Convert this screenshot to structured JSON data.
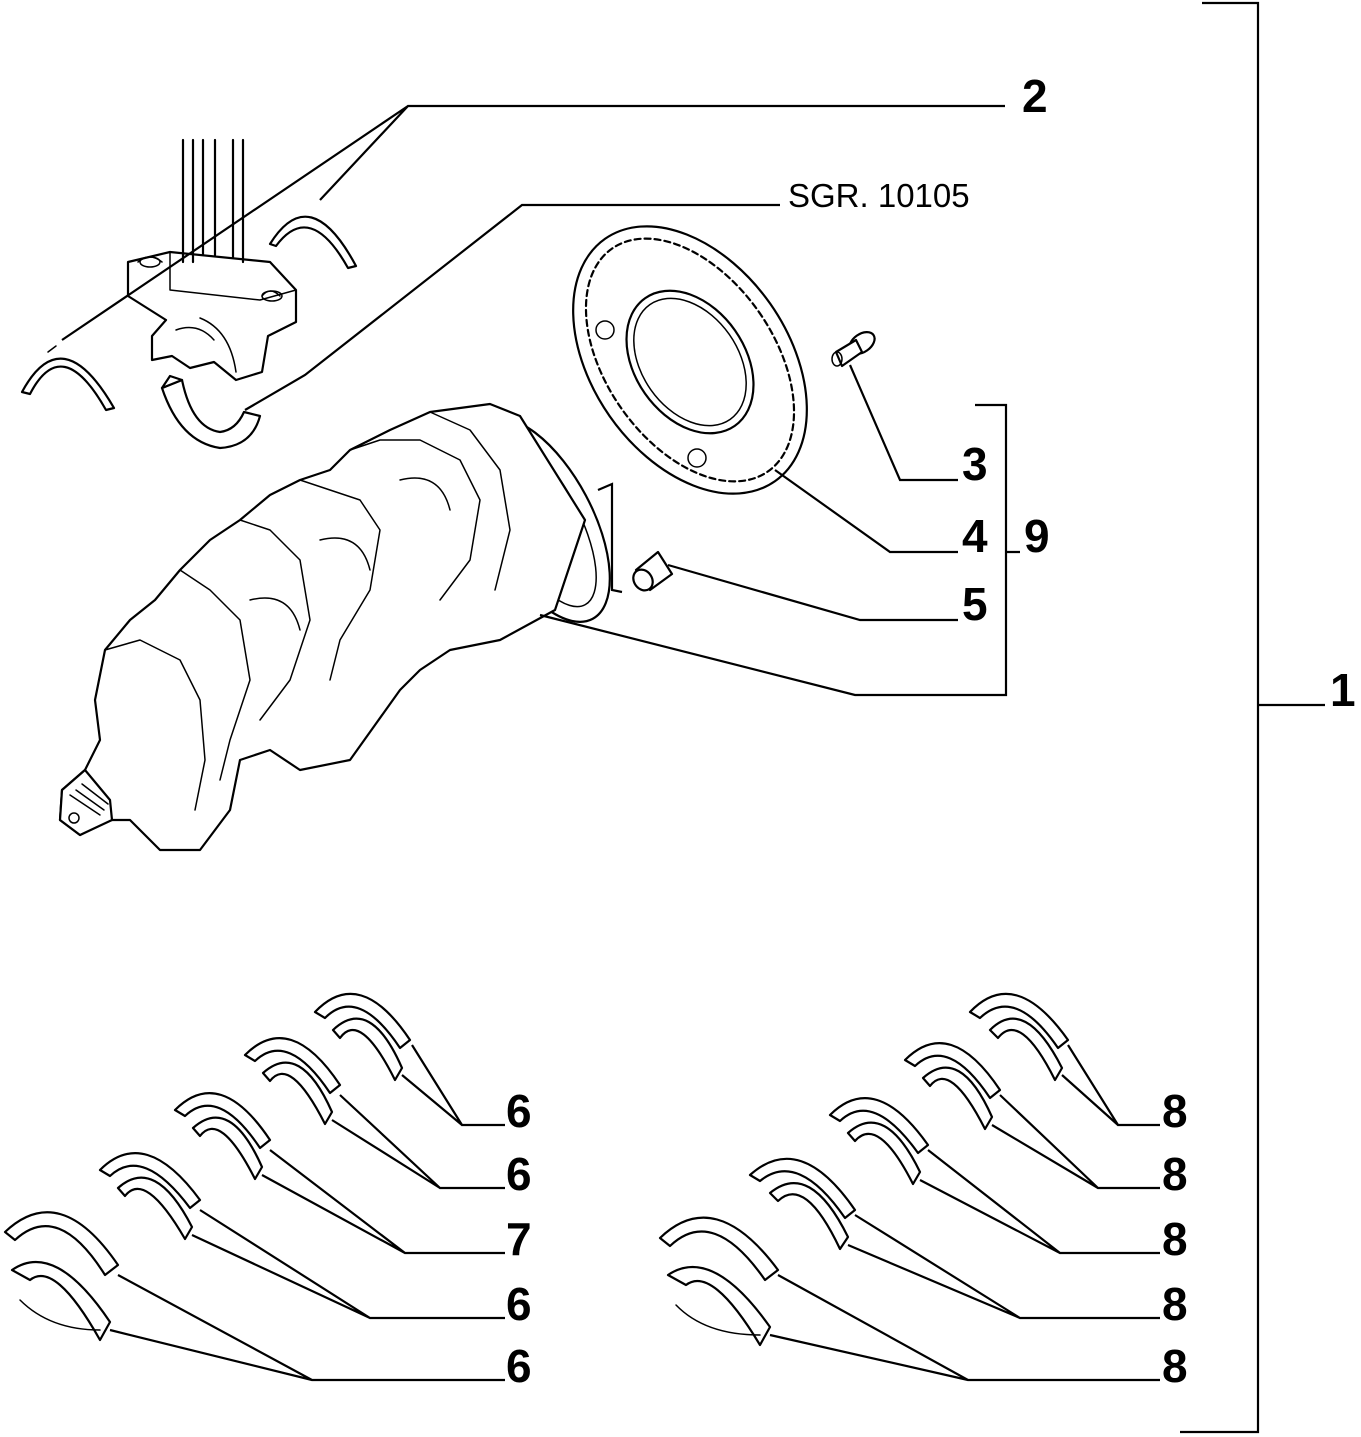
{
  "labels": {
    "l1": "1",
    "l2": "2",
    "l3": "3",
    "l4": "4",
    "l5": "5",
    "l6a": "6",
    "l6b": "6",
    "l7": "7",
    "l6c": "6",
    "l6d": "6",
    "l8a": "8",
    "l8b": "8",
    "l8c": "8",
    "l8d": "8",
    "l8e": "8",
    "l9": "9",
    "ref": "SGR. 10105"
  }
}
